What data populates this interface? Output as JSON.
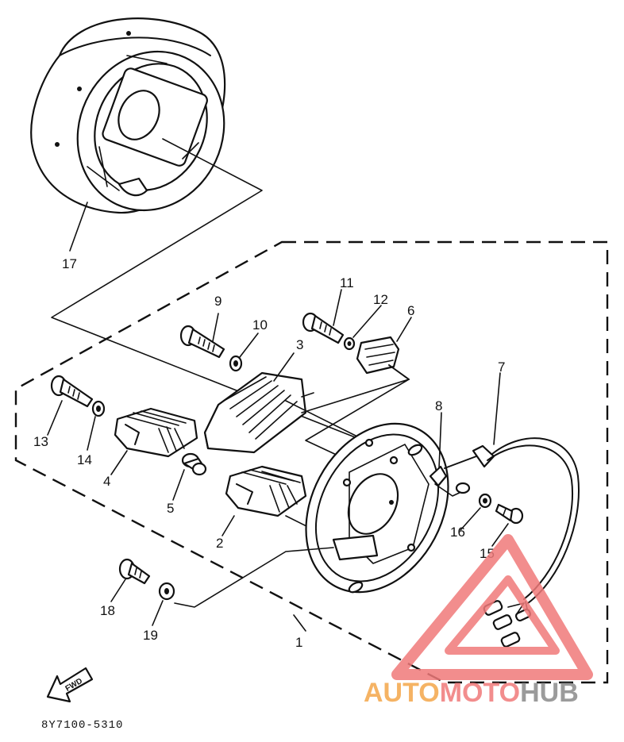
{
  "diagram": {
    "callouts": [
      {
        "id": "1",
        "label": "1"
      },
      {
        "id": "2",
        "label": "2"
      },
      {
        "id": "3",
        "label": "3"
      },
      {
        "id": "4",
        "label": "4"
      },
      {
        "id": "5",
        "label": "5"
      },
      {
        "id": "6",
        "label": "6"
      },
      {
        "id": "7",
        "label": "7"
      },
      {
        "id": "8",
        "label": "8"
      },
      {
        "id": "9",
        "label": "9"
      },
      {
        "id": "10",
        "label": "10"
      },
      {
        "id": "11",
        "label": "11"
      },
      {
        "id": "12",
        "label": "12"
      },
      {
        "id": "13",
        "label": "13"
      },
      {
        "id": "14",
        "label": "14"
      },
      {
        "id": "15",
        "label": "15"
      },
      {
        "id": "16",
        "label": "16"
      },
      {
        "id": "17",
        "label": "17"
      },
      {
        "id": "18",
        "label": "18"
      },
      {
        "id": "19",
        "label": "19"
      }
    ],
    "direction_tag": "FWD",
    "diagram_code": "8Y7100-5310"
  },
  "watermark": {
    "part1": "AUTO",
    "part2": "MOTO",
    "part3": "HUB",
    "color_orange": "#f4a64a",
    "color_red": "#f07a7a",
    "color_gray": "#8a8a8a"
  }
}
